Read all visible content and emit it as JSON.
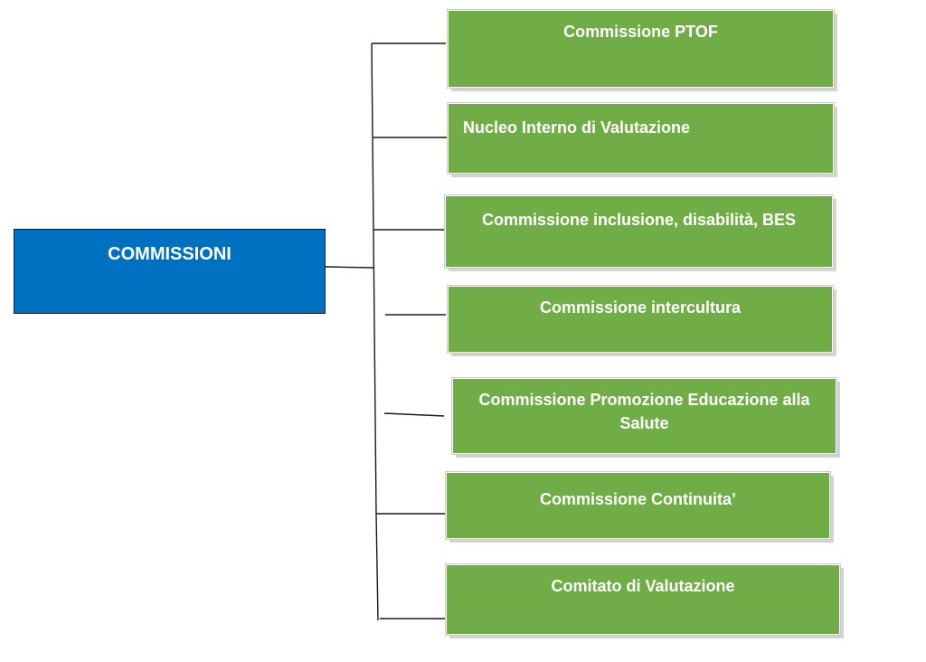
{
  "root": {
    "label": "COMMISSIONI",
    "color": "#0070c0"
  },
  "node_color": "#70ad47",
  "children": [
    {
      "label": "Commissione  PTOF"
    },
    {
      "label": "Nucleo Interno di Valutazione"
    },
    {
      "label": "Commissione inclusione, disabilità, BES"
    },
    {
      "label": "Commissione intercultura"
    },
    {
      "label": "Commissione Promozione Educazione alla Salute"
    },
    {
      "label": "Commissione Continuita’"
    },
    {
      "label": "Comitato di Valutazione"
    }
  ]
}
